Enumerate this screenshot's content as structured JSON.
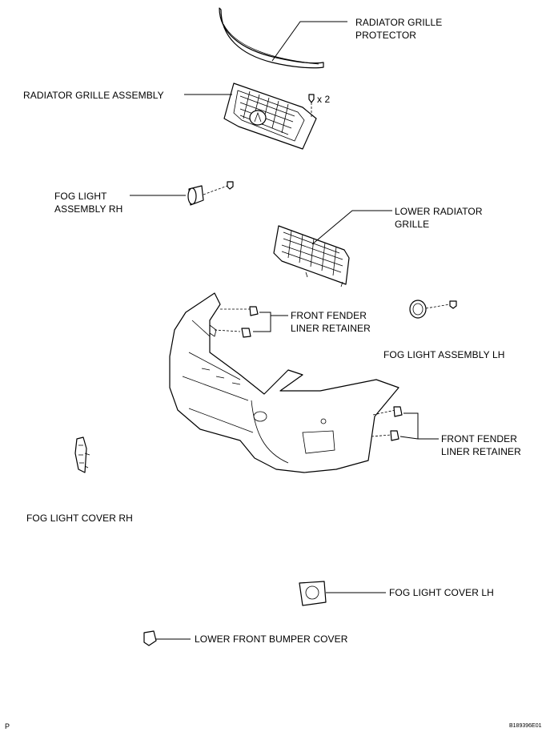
{
  "labels": {
    "radiator_grille_protector": "RADIATOR GRILLE\nPROTECTOR",
    "radiator_grille_assembly": "RADIATOR GRILLE ASSEMBLY",
    "clip_count": "x 2",
    "fog_light_assembly_rh": "FOG LIGHT\nASSEMBLY RH",
    "lower_radiator_grille": "LOWER RADIATOR\nGRILLE",
    "front_fender_liner_retainer_upper": "FRONT FENDER\nLINER RETAINER",
    "fog_light_assembly_lh": "FOG LIGHT ASSEMBLY LH",
    "front_fender_liner_retainer_lower": "FRONT FENDER\nLINER RETAINER",
    "fog_light_cover_rh": "FOG LIGHT COVER RH",
    "fog_light_cover_lh": "FOG LIGHT COVER LH",
    "lower_front_bumper_cover": "LOWER FRONT BUMPER COVER"
  },
  "footer": {
    "page_marker": "P",
    "figure_id": "B189396E01"
  }
}
